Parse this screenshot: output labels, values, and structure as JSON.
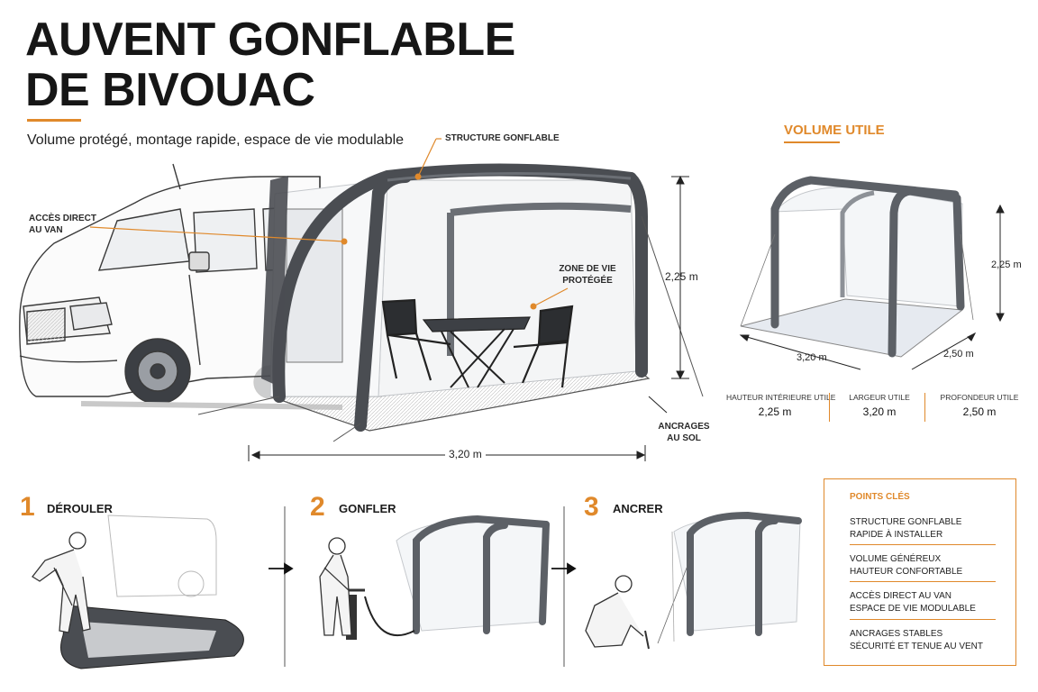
{
  "header": {
    "title_line1": "AUVENT GONFLABLE",
    "title_line2": "DE BIVOUAC",
    "subtitle": "Volume protégé, montage rapide, espace de vie modulable"
  },
  "main_view": {
    "label_structure": "STRUCTURE GONFLABLE",
    "label_access_line1": "ACCÈS DIRECT",
    "label_access_line2": "AU VAN",
    "label_zone_line1": "ZONE DE VIE",
    "label_zone_line2": "PROTÉGÉE",
    "label_anchors_line1": "ANCRAGES",
    "label_anchors_line2": "AU SOL",
    "height": "2,25 m",
    "width": "3,20 m"
  },
  "volume": {
    "title": "VOLUME UTILE",
    "height": "2,25 m",
    "width": "3,20 m",
    "depth": "2,50 m",
    "specs": [
      {
        "label": "HAUTEUR INTÉRIEURE UTILE",
        "value": "2,25 m"
      },
      {
        "label": "LARGEUR UTILE",
        "value": "3,20 m"
      },
      {
        "label": "PROFONDEUR UTILE",
        "value": "2,50 m"
      }
    ]
  },
  "steps": [
    {
      "number": "1",
      "label": "DÉROULER"
    },
    {
      "number": "2",
      "label": "GONFLER"
    },
    {
      "number": "3",
      "label": "ANCRER"
    }
  ],
  "key_points": {
    "title": "POINTS CLÉS",
    "items": [
      {
        "line1": "STRUCTURE GONFLABLE",
        "line2": "RAPIDE À INSTALLER"
      },
      {
        "line1": "VOLUME GÉNÉREUX",
        "line2": "HAUTEUR CONFORTABLE"
      },
      {
        "line1": "ACCÈS DIRECT AU VAN",
        "line2": "ESPACE DE VIE MODULABLE"
      },
      {
        "line1": "ANCRAGES STABLES",
        "line2": "SÉCURITÉ ET TENUE AU VENT"
      }
    ]
  },
  "colors": {
    "accent": "#e0892b",
    "tube": "#4a4d52",
    "line": "#3a3a3a"
  }
}
